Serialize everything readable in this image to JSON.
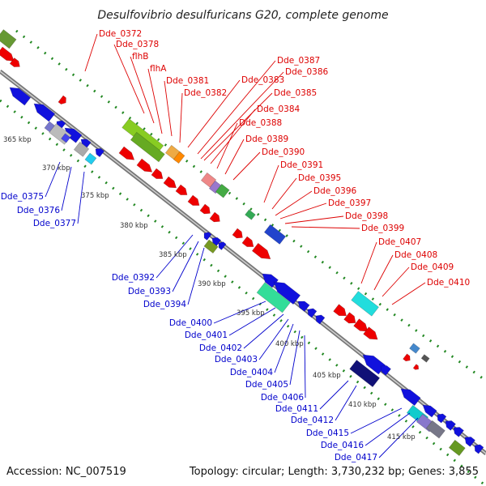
{
  "title": "Desulfovibrio desulfuricans G20, complete genome",
  "footer": {
    "accession": "Accession: NC_007519",
    "summary": "Topology: circular; Length: 3,730,232 bp; Genes: 3,855"
  },
  "colors": {
    "forward_label": "#dd0000",
    "reverse_label": "#0000cc",
    "backbone": "#888888",
    "dotted_track": "#228822"
  },
  "ticks": [
    "365 kbp",
    "370 kbp",
    "375 kbp",
    "380 kbp",
    "385 kbp",
    "390 kbp",
    "395 kbp",
    "400 kbp",
    "405 kbp",
    "410 kbp",
    "415 kbp"
  ],
  "forward_labels": [
    "Dde_0372",
    "Dde_0378",
    "flhB",
    "flhA",
    "Dde_0381",
    "Dde_0382",
    "Dde_0383",
    "Dde_0387",
    "Dde_0386",
    "Dde_0385",
    "Dde_0384",
    "Dde_0388",
    "Dde_0389",
    "Dde_0390",
    "Dde_0391",
    "Dde_0395",
    "Dde_0396",
    "Dde_0397",
    "Dde_0398",
    "Dde_0399",
    "Dde_0407",
    "Dde_0408",
    "Dde_0409",
    "Dde_0410"
  ],
  "reverse_labels": [
    "Dde_0375",
    "Dde_0376",
    "Dde_0377",
    "Dde_0392",
    "Dde_0393",
    "Dde_0394",
    "Dde_0400",
    "Dde_0401",
    "Dde_0402",
    "Dde_0403",
    "Dde_0404",
    "Dde_0405",
    "Dde_0406",
    "Dde_0411",
    "Dde_0412",
    "Dde_0415",
    "Dde_0416",
    "Dde_0417"
  ]
}
